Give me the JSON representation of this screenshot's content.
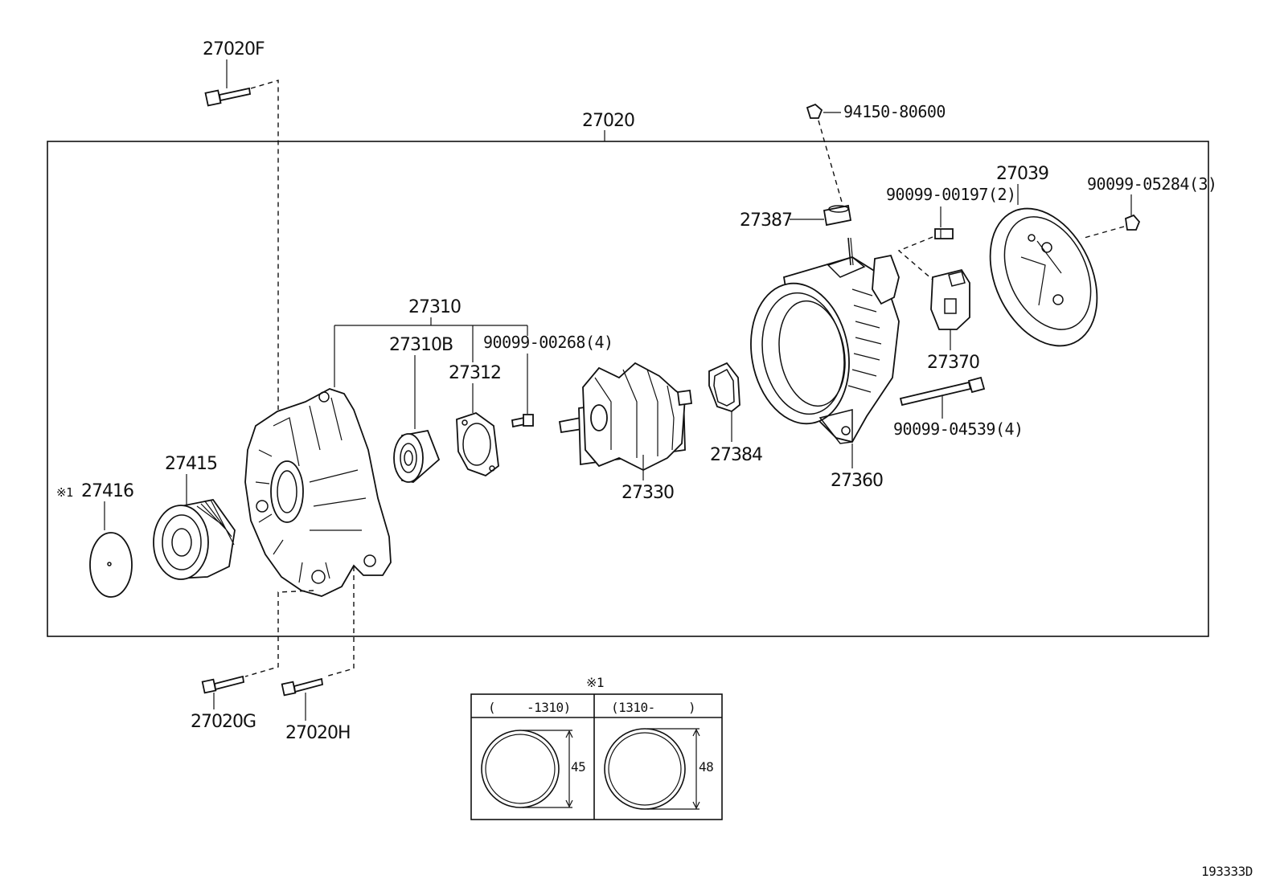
{
  "diagram_id": "193333D",
  "parts": {
    "p27020F": "27020F",
    "p27020": "27020",
    "p94150": "94150-80600",
    "p27387": "27387",
    "p90099_00197": "90099-00197(2)",
    "p27039": "27039",
    "p90099_05284": "90099-05284(3)",
    "p27310": "27310",
    "p27310B": "27310B",
    "p27312": "27312",
    "p90099_00268": "90099-00268(4)",
    "p27370": "27370",
    "p27415": "27415",
    "p27416": "27416",
    "p27416_mark": "※1",
    "p27384": "27384",
    "p90099_04539": "90099-04539(4)",
    "p27360": "27360",
    "p27330": "27330",
    "p27020G": "27020G",
    "p27020H": "27020H"
  },
  "note_table": {
    "marker": "※1",
    "col1_header_open": "(",
    "col1_header_range": "-1310)",
    "col2_header_range": "(1310-",
    "col2_header_close": ")",
    "col1_dimension": "45",
    "col2_dimension": "48"
  }
}
